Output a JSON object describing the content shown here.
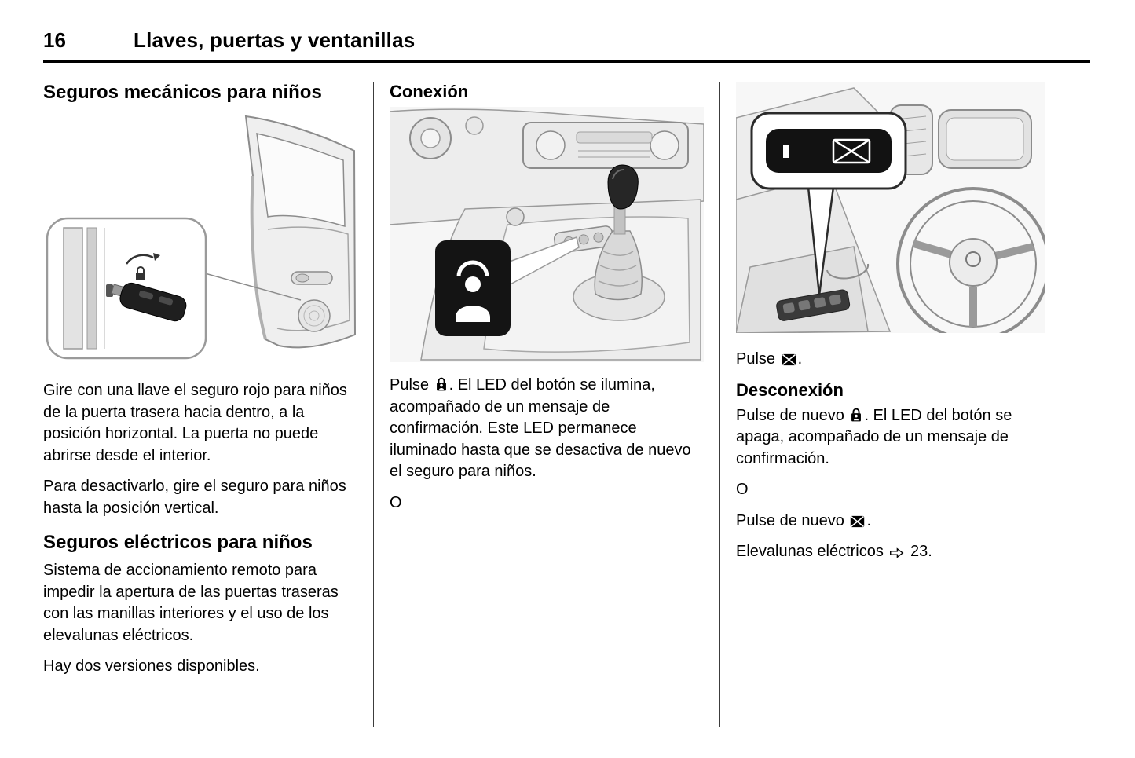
{
  "page": {
    "number": "16",
    "chapter_title": "Llaves, puertas y ventanillas"
  },
  "left_column": {
    "heading_mechanical": "Seguros mecánicos para niños",
    "para_1": "Gire con una llave el seguro rojo para niños de la puerta trasera hacia dentro, a la posición horizontal. La puerta no puede abrirse desde el interior.",
    "para_2": "Para desactivarlo, gire el seguro para niños hasta la posición vertical.",
    "heading_electric": "Seguros eléctricos para niños",
    "para_3": "Sistema de accionamiento remoto para impedir la apertura de las puertas traseras con las manillas interiores y el uso de los elevalunas eléctricos.",
    "para_4": "Hay dos versiones disponibles."
  },
  "middle_column": {
    "heading_activation": "Conexión",
    "para_activation_before_icon": "Pulse ",
    "para_activation_after_icon": ". El LED del botón se ilumina, acompañado de un mensaje de confirmación. Este LED permanece iluminado hasta que se desactiva de nuevo el seguro para niños.",
    "or_label": "O"
  },
  "right_column": {
    "para_press_before_icon": "Pulse ",
    "para_press_after_icon": ".",
    "heading_deactivation": "Desconexión",
    "para_deactivation_before_icon": "Pulse de nuevo ",
    "para_deactivation_after_icon": ". El LED del botón se apaga, acompañado de un mensaje de confirmación.",
    "or_label": "O",
    "para_press_again_before_icon": "Pulse de nuevo ",
    "para_press_again_after_icon": ".",
    "para_reference_text": "Elevalunas eléctricos ",
    "para_reference_number": " 23."
  },
  "icons": {
    "child_safety_lock": "child-safety-lock-icon",
    "window_inhibit": "window-inhibit-icon",
    "page_reference_arrow": "⇨"
  }
}
